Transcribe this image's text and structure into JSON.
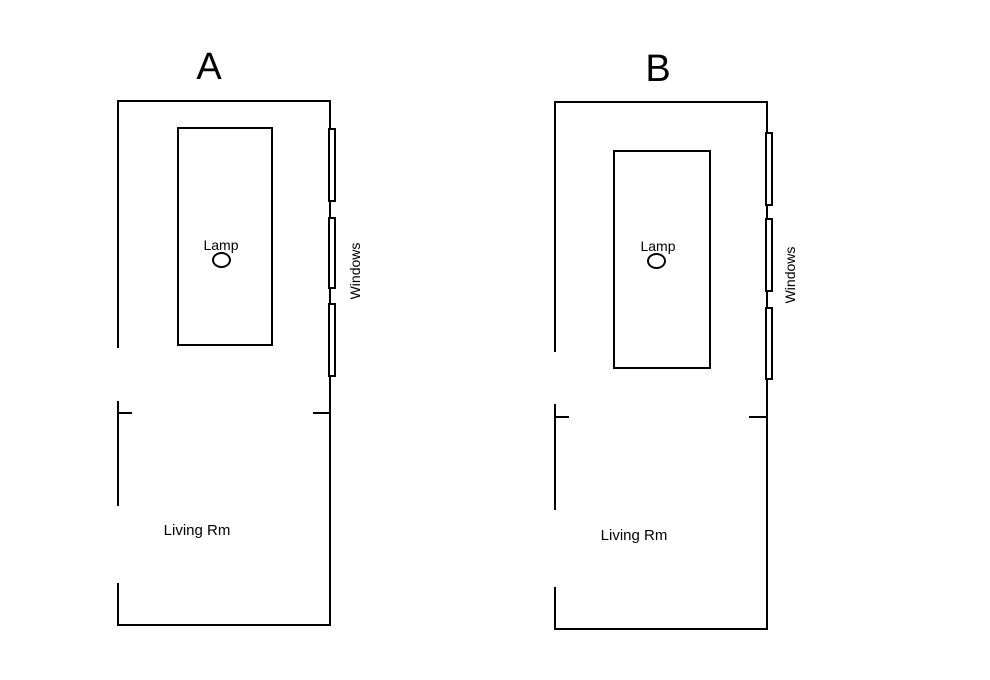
{
  "figure": {
    "background_color": "#ffffff",
    "line_color": "#000000",
    "kind": "floor-plan comparison, two panels"
  },
  "plans": [
    {
      "title": "A",
      "lamp_label": "Lamp",
      "windows_label": "Windows",
      "living_room_label": "Living Rm"
    },
    {
      "title": "B",
      "lamp_label": "Lamp",
      "windows_label": "Windows",
      "living_room_label": "Living Rm"
    }
  ]
}
